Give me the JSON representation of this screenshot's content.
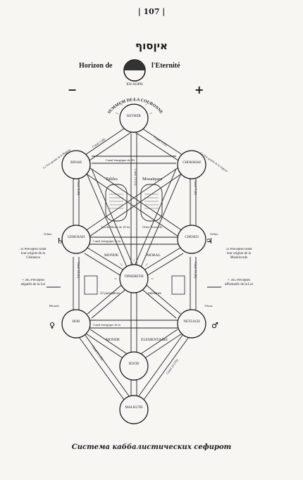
{
  "page": {
    "number": "| 107 |",
    "hebrew_title": "איןסוף",
    "horizon_left": "Horizon de",
    "horizon_right": "l'Eternité",
    "en_soph": "EN-SOPH",
    "minus": "−",
    "plus": "+",
    "caption": "Система каббалистических сефирот"
  },
  "diagram": {
    "arc_label": "SUMMUM DE LA COURONNE",
    "sephiroth": {
      "kether": "KETHER",
      "binah": "BINAH",
      "chokmah": "CHOKMAH",
      "geburah": "GEBURAH",
      "chesed": "CHESED",
      "tiphereth": "TIPHERETH",
      "hod": "HOD",
      "netzach": "NETZACH",
      "yesod": "IESOD",
      "malkuth": "MALKUTH"
    },
    "labels": {
      "tablets_left": "Tables",
      "tablets_right": "Mosaïques",
      "tablets_left_sub": "Loi de Moïse de 10 loi",
      "tablets_right_sub": "Ordre Éternelle",
      "monde_left": "MONDE",
      "monde_right": "MORAL",
      "monde_lower_left": "MONDE",
      "monde_lower_right": "ELEMENTAIRE",
      "puissances_left": "22 puissances",
      "puissances_right": "médianes",
      "canal_kb": "Canal 2 (B)",
      "canal_kc": "Canal 1 (A)",
      "canal_bc": "Canal énergique de 3G",
      "canal_middle": "Canal 13 (G)",
      "canal_gc": "Canal énergique de la",
      "canal_hn": "Canal énergique de la",
      "canal_left_vert": "Canal 8 (H)",
      "canal_right_vert": "Canal 7 (Z)",
      "canal_lower_left_vert": "Canal 12 (L)",
      "canal_lower_right_vert": "Canal 11 (K)",
      "canal_bottom_left": "Canal 21 (Sh)",
      "canal_bottom_right": "Canal 22 (Th)",
      "left_side_top": "La Voie grande de la Rigueur",
      "right_side_top": "La Voie grande de la Sagesse",
      "left_margin_1": "33 Préceptes tirant leur origine de la Clémence",
      "left_margin_2": "+ 365 Préceptes négatifs de la Loi",
      "right_margin_1": "33 Préceptes tirant leur origine de la Miséricorde",
      "right_margin_2": "+ 365 Préceptes affirmatifs de la Loi",
      "left_side_mid": "Orbite",
      "right_side_mid": "Orbite",
      "left_side_low": "Hermès",
      "right_side_low": "Vénus",
      "symbol_saturn": "♄",
      "symbol_jupiter": "♃",
      "symbol_venus": "♀",
      "symbol_mars": "♂"
    }
  }
}
